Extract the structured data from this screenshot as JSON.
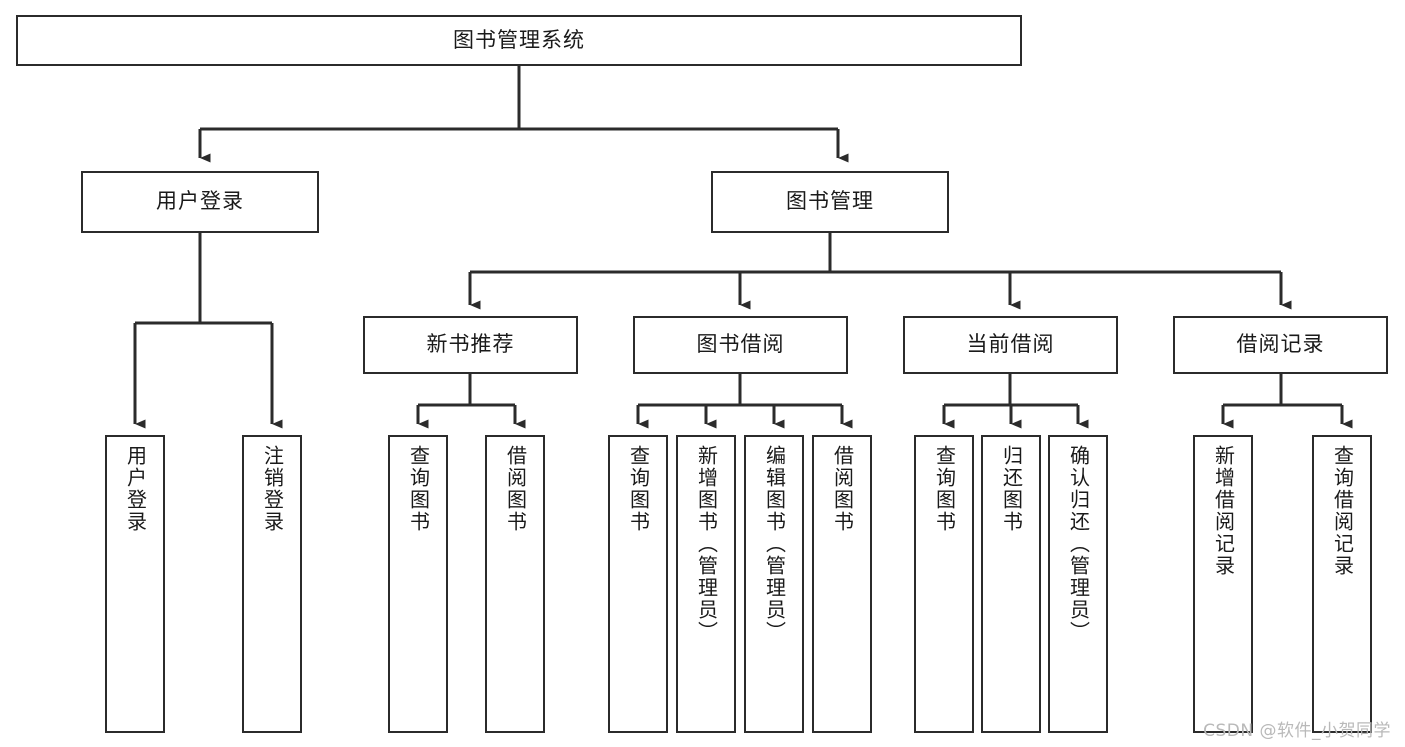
{
  "diagram": {
    "title": "图书管理系统",
    "type": "tree",
    "orientation": "top-down",
    "line_color": "#2b2b2b",
    "box_fill": "#ffffff",
    "text_color": "#1a1a1a",
    "watermark": "CSDN @软件_小贺同学"
  },
  "nodes": {
    "root": {
      "label": "图书管理系统",
      "level": 0
    },
    "l1": [
      {
        "id": "user_login",
        "label": "用户登录"
      },
      {
        "id": "book_manage",
        "label": "图书管理"
      }
    ],
    "l2": [
      {
        "id": "new_book_rec",
        "label": "新书推荐",
        "parent": "book_manage"
      },
      {
        "id": "book_borrow",
        "label": "图书借阅",
        "parent": "book_manage"
      },
      {
        "id": "current_borrow",
        "label": "当前借阅",
        "parent": "book_manage"
      },
      {
        "id": "borrow_record",
        "label": "借阅记录",
        "parent": "book_manage"
      }
    ],
    "leaves": [
      {
        "id": "leaf_user_login",
        "label": "用户登录",
        "parent": "user_login"
      },
      {
        "id": "leaf_logout",
        "label": "注销登录",
        "parent": "user_login"
      },
      {
        "id": "leaf_query_book_1",
        "label": "查询图书",
        "parent": "new_book_rec"
      },
      {
        "id": "leaf_borrow_book_1",
        "label": "借阅图书",
        "parent": "new_book_rec"
      },
      {
        "id": "leaf_query_book_2",
        "label": "查询图书",
        "parent": "book_borrow"
      },
      {
        "id": "leaf_add_book",
        "label": "新增图书（管理员）",
        "parent": "book_borrow"
      },
      {
        "id": "leaf_edit_book",
        "label": "编辑图书（管理员）",
        "parent": "book_borrow"
      },
      {
        "id": "leaf_borrow_book_2",
        "label": "借阅图书",
        "parent": "book_borrow"
      },
      {
        "id": "leaf_query_book_3",
        "label": "查询图书",
        "parent": "current_borrow"
      },
      {
        "id": "leaf_return_book",
        "label": "归还图书",
        "parent": "current_borrow"
      },
      {
        "id": "leaf_confirm_return",
        "label": "确认归还（管理员）",
        "parent": "current_borrow"
      },
      {
        "id": "leaf_add_record",
        "label": "新增借阅记录",
        "parent": "borrow_record"
      },
      {
        "id": "leaf_query_record",
        "label": "查询借阅记录",
        "parent": "borrow_record"
      }
    ]
  }
}
